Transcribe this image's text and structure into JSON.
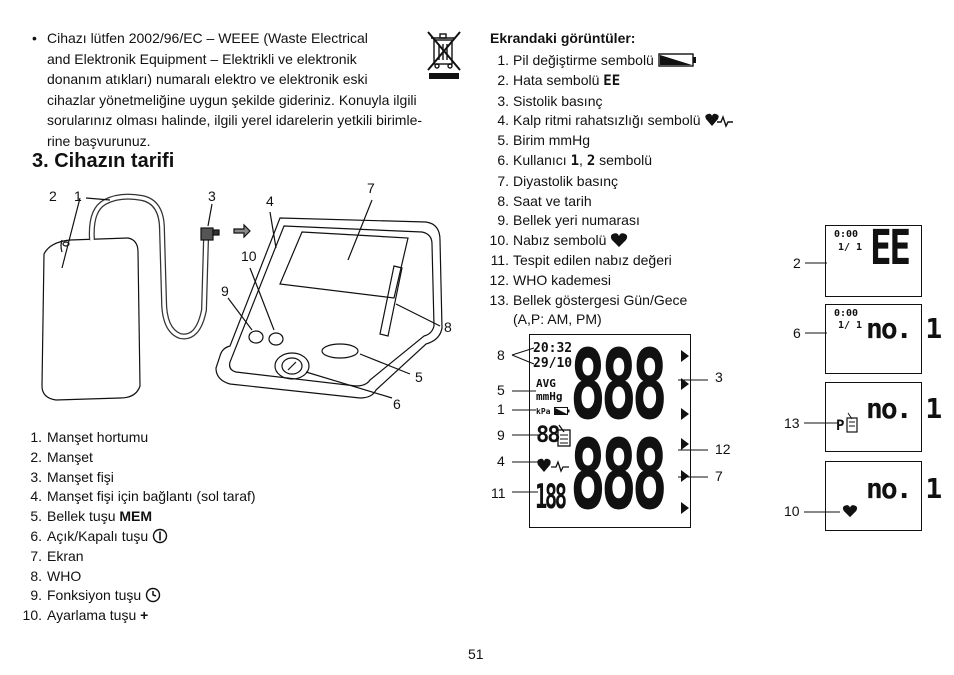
{
  "weee": {
    "bullet": "•",
    "line1": "Cihazı lütfen 2002/96/EC – WEEE (Waste Electrical",
    "line2": "and Elektronik Equipment – Elektrikli ve elektronik",
    "line3": "donanım atıkları) numaralı elektro ve elektronik eski",
    "line4": "cihazlar yönetmeliğine uygun şekilde gideriniz. Konuyla ilgili",
    "line5": "sorularınız olması halinde, ilgili yerel idarelerin yetkili birimle-",
    "line6": "rine başvurunuz."
  },
  "section_title": "3. Cihazın tarifi",
  "device_callouts": [
    "2",
    "1",
    "3",
    "4",
    "7",
    "10",
    "9",
    "8",
    "5",
    "6"
  ],
  "parts": [
    {
      "num": "1.",
      "text": "Manşet hortumu"
    },
    {
      "num": "2.",
      "text": "Manşet"
    },
    {
      "num": "3.",
      "text": "Manşet fişi"
    },
    {
      "num": "4.",
      "text": "Manşet fişi için bağlantı (sol taraf)"
    },
    {
      "num": "5.",
      "text": "Bellek tuşu",
      "bold": "MEM"
    },
    {
      "num": "6.",
      "text": "Açık/Kapalı tuşu"
    },
    {
      "num": "7.",
      "text": "Ekran"
    },
    {
      "num": "8.",
      "text": "WHO"
    },
    {
      "num": "9.",
      "text": "Fonksiyon tuşu"
    },
    {
      "num": "10.",
      "text": "Ayarlama tuşu",
      "symbol": "+"
    }
  ],
  "display_title": "Ekrandaki görüntüler:",
  "display_items": [
    {
      "num": "1.",
      "text": "Pil değiştirme sembolü"
    },
    {
      "num": "2.",
      "text": "Hata sembolü",
      "seg": "EE"
    },
    {
      "num": "3.",
      "text": "Sistolik basınç"
    },
    {
      "num": "4.",
      "text": "Kalp ritmi rahatsızlığı sembolü"
    },
    {
      "num": "5.",
      "text": "Birim mmHg"
    },
    {
      "num": "6.",
      "text": "Kullanıcı",
      "seg1": "1",
      "sep": ",",
      "seg2": "2",
      "after": "sembolü"
    },
    {
      "num": "7.",
      "text": "Diyastolik basınç"
    },
    {
      "num": "8.",
      "text": "Saat ve tarih"
    },
    {
      "num": "9.",
      "text": "Bellek yeri numarası"
    },
    {
      "num": "10.",
      "text": "Nabız sembolü"
    },
    {
      "num": "11.",
      "text": "Tespit edilen nabız değeri"
    },
    {
      "num": "12.",
      "text": "WHO kademesi"
    },
    {
      "num": "13.",
      "text": "Bellek göstergesi Gün/Gece"
    }
  ],
  "display_item13_cont": "(A,P: AM, PM)",
  "lcd": {
    "time": "20:32",
    "date": "29/10",
    "avg": "AVG",
    "unit": "mmHg",
    "kpa": "kPa",
    "mem": "88",
    "digits_top": "888",
    "digits_bottom": "888",
    "pulse": "188",
    "callouts_left": [
      "8",
      "5",
      "1",
      "9",
      "4",
      "11"
    ],
    "callouts_right": [
      "3",
      "12",
      "7"
    ]
  },
  "mini": [
    {
      "callout": "2",
      "time": "0:00",
      "user": "1/ 1",
      "main": "EE"
    },
    {
      "callout": "6",
      "time": "0:00",
      "user": "1/ 1",
      "main": "no. 1"
    },
    {
      "callout": "13",
      "main": "no. 1"
    },
    {
      "callout": "10",
      "main": "no. 1"
    }
  ],
  "page_number": "51"
}
